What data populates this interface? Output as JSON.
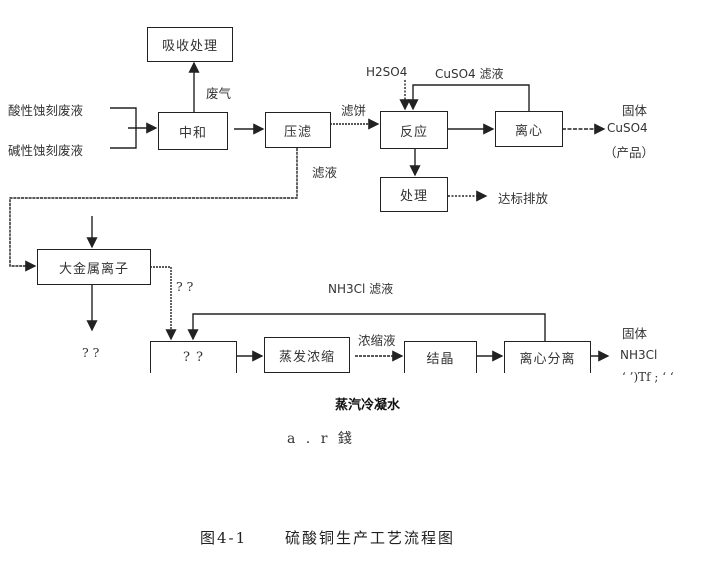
{
  "diagram": {
    "type": "process-flowchart",
    "boxes": {
      "absorb": "吸收处理",
      "neutralize": "中和",
      "press_filter": "压滤",
      "reaction": "反应",
      "centrifuge": "离心",
      "treatment": "处理",
      "heavy_metal": "大金属离子",
      "unknown": "? ?",
      "evaporate": "蒸发浓缩",
      "crystallize": "结晶",
      "centrifuge_sep": "离心分离"
    },
    "labels": {
      "acid_waste": "酸性蚀刻废液",
      "alkaline_waste": "碱性蚀刻废液",
      "waste_gas": "废气",
      "filter_cake": "滤饼",
      "filtrate": "滤液",
      "h2so4": "H2SO4",
      "cuso4_filtrate": "CuSO4 滤液",
      "solid_1": "固体",
      "cuso4": "CuSO4",
      "product": "（产品）",
      "discharge": "达标排放",
      "unknown_1": "? ?",
      "unknown_2": "? ?",
      "nh3cl_filtrate": "NH3Cl 滤液",
      "concentrate": "浓缩液",
      "solid_2": "固体",
      "nh3cl": "NH3Cl",
      "garbled": "‘ ’)Tf ;  ‘ ‘",
      "steam_condensate": "蒸汽冷凝水",
      "garbled_2": "a . r 錢"
    },
    "caption": {
      "figure_no": "图4-1",
      "title": "硫酸铜生产工艺流程图"
    }
  }
}
